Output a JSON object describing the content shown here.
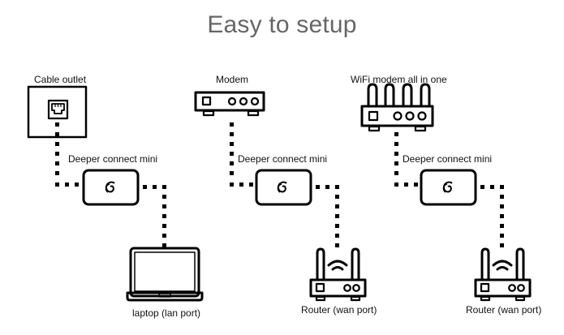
{
  "title": "Easy to setup",
  "columns": [
    {
      "source_label": "Cable outlet",
      "source_icon": "ethernet-outlet-icon",
      "device_label": "Deeper connect mini",
      "target_label": "laptop (lan port)",
      "target_icon": "laptop-icon"
    },
    {
      "source_label": "Modem",
      "source_icon": "modem-icon",
      "device_label": "Deeper connect mini",
      "target_label": "Router (wan port)",
      "target_icon": "router-icon"
    },
    {
      "source_label": "WiFi modem all in one",
      "source_icon": "wifi-modem-icon",
      "device_label": "Deeper connect mini",
      "target_label": "Router (wan port)",
      "target_icon": "router-icon"
    }
  ],
  "colors": {
    "title": "#666666",
    "ink": "#000000",
    "background": "#ffffff"
  }
}
